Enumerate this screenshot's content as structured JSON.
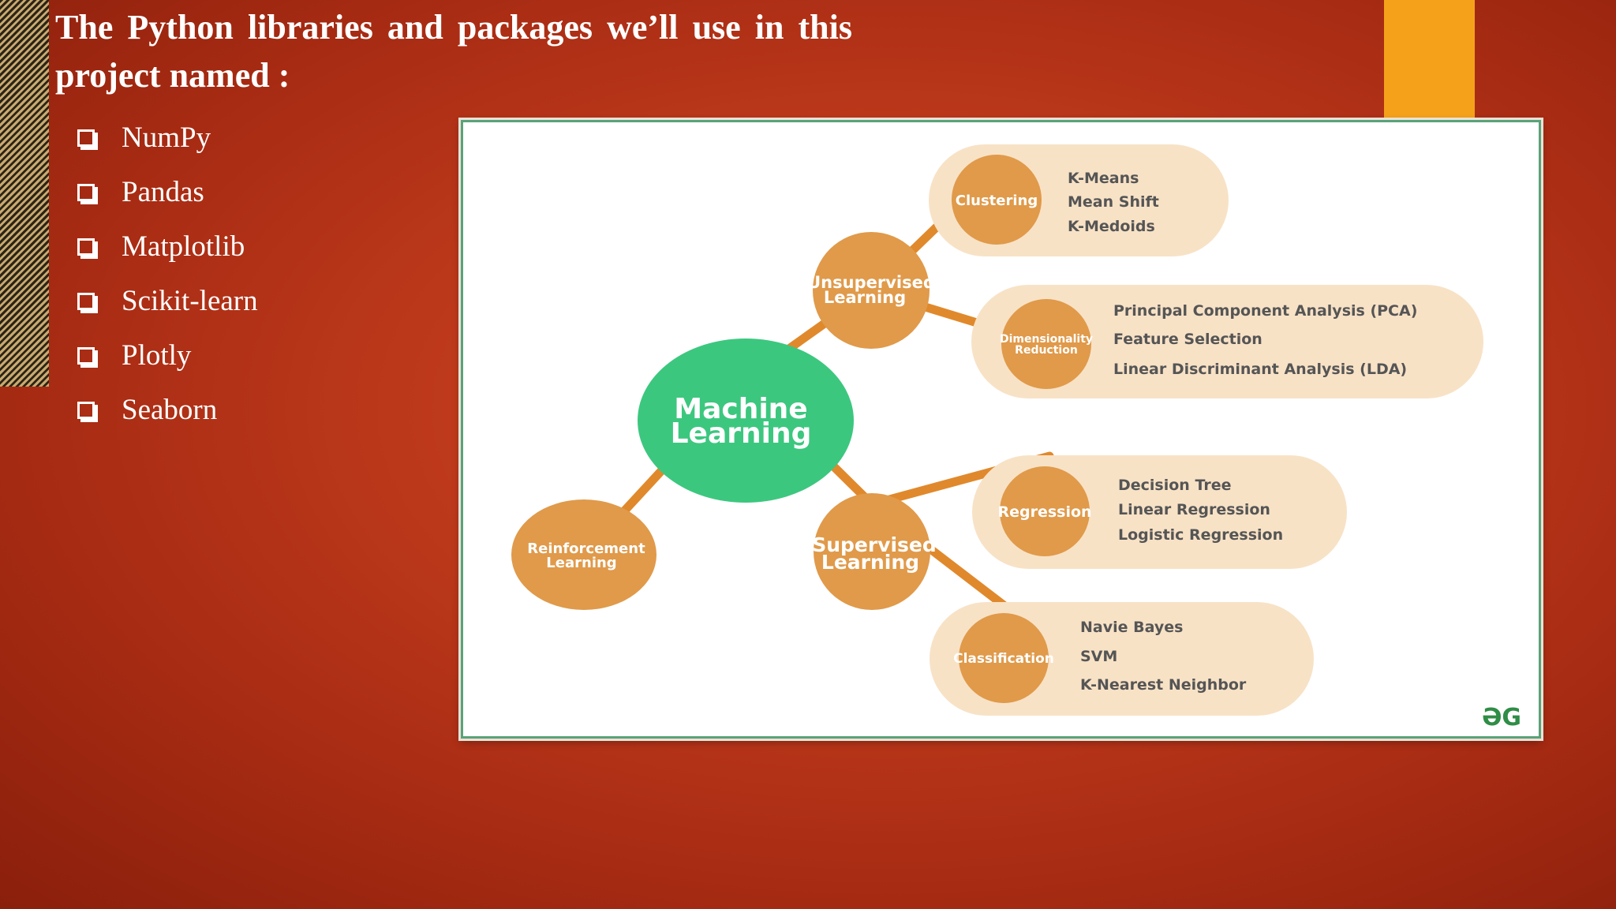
{
  "slide": {
    "title": "The Python libraries and packages we’ll use in this project named :",
    "libraries": [
      "NumPy",
      "Pandas",
      "Matplotlib",
      "Scikit-learn",
      "Plotly",
      "Seaborn"
    ]
  },
  "diagram": {
    "center": [
      "Machine",
      "Learning"
    ],
    "unsupervised": [
      "Unsupervised",
      "Learning"
    ],
    "supervised": [
      "Supervised",
      "Learning"
    ],
    "reinforcement": [
      "Reinforcement",
      "Learning"
    ],
    "clustering": {
      "label": "Clustering",
      "items": [
        "K-Means",
        "Mean Shift",
        "K-Medoids"
      ]
    },
    "dimensionality": {
      "label": [
        "Dimensionality",
        "Reduction"
      ],
      "items": [
        "Principal Component Analysis (PCA)",
        "Feature Selection",
        "Linear Discriminant Analysis (LDA)"
      ]
    },
    "regression": {
      "label": "Regression",
      "items": [
        "Decision Tree",
        "Linear Regression",
        "Logistic Regression"
      ]
    },
    "classification": {
      "label": "Classification",
      "items": [
        "Navie Bayes",
        "SVM",
        "K-Nearest Neighbor"
      ]
    },
    "logo": "ƏG",
    "colors": {
      "center": "#3cc77f",
      "node": "#e09a4a",
      "pill": "#f8e2c6",
      "connector": "#e0892c"
    }
  }
}
